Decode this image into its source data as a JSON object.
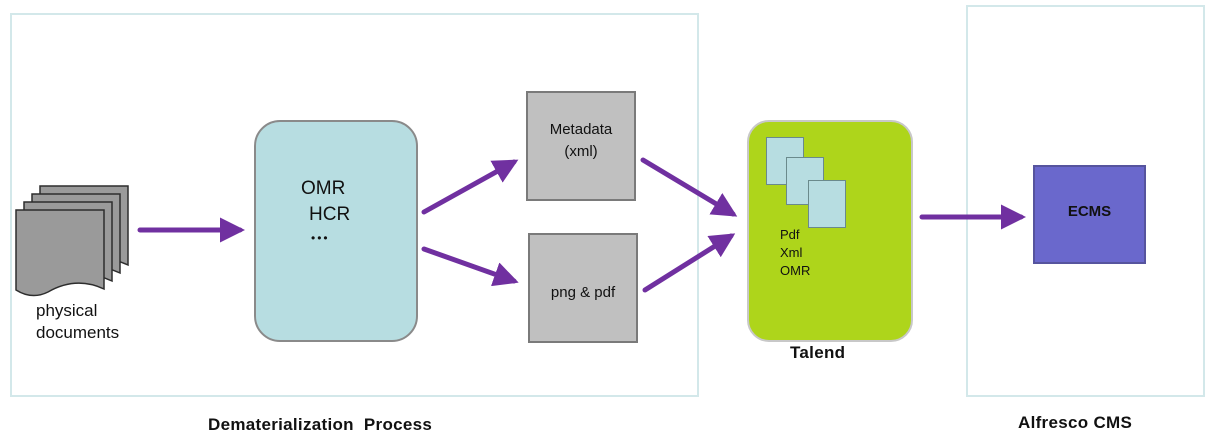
{
  "diagram": {
    "sources": {
      "label_line1": "physical",
      "label_line2": "documents"
    },
    "ocr_step": {
      "line1": "OMR",
      "line2": "HCR",
      "line3": "•••"
    },
    "metadata_box": {
      "line1": "Metadata",
      "line2": "(xml)"
    },
    "image_box": {
      "label": "png & pdf"
    },
    "talend": {
      "items": [
        "Pdf",
        "Xml",
        "OMR"
      ],
      "caption": "Talend"
    },
    "ecms": {
      "label": "ECMS"
    },
    "captions": {
      "dematerialization": "Dematerialization  Process",
      "alfresco": "Alfresco CMS"
    },
    "colors": {
      "arrow": "#7030a0",
      "omr_fill": "#b7dde1",
      "talend_fill": "#aed51b",
      "ecms_fill": "#6a68cc",
      "box_gray": "#c0c0c0",
      "frame": "#d3e8ea"
    }
  }
}
